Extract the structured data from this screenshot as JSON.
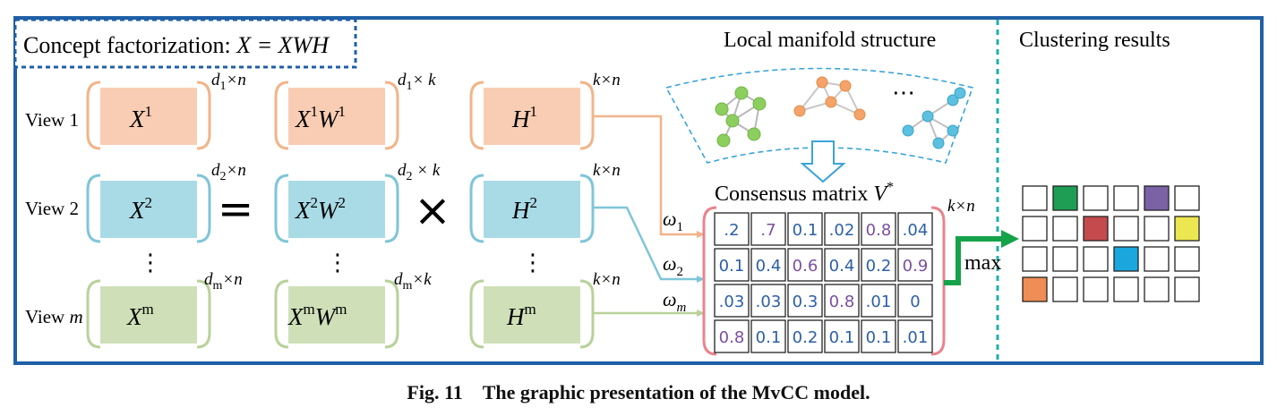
{
  "header": {
    "concept_label": "Concept factorization: ",
    "concept_formula": "X = XWH",
    "local_manifold_title": "Local manifold structure",
    "clustering_title": "Clustering results"
  },
  "views": [
    {
      "label": "View 1",
      "x": "X",
      "x_sup": "1",
      "xw": "X",
      "xw_sup1": "1",
      "xw_w": "W",
      "xw_sup2": "1",
      "h": "H",
      "h_sup": "1",
      "dim1": "d",
      "dim1_sub": "1",
      "dim1_tail": "×n",
      "dim2_tail": "× k",
      "dim3": "k×n"
    },
    {
      "label": "View 2",
      "x": "X",
      "x_sup": "2",
      "xw": "X",
      "xw_sup1": "2",
      "xw_w": "W",
      "xw_sup2": "2",
      "h": "H",
      "h_sup": "2",
      "dim1": "d",
      "dim1_sub": "2",
      "dim1_tail": "×n",
      "dim2_tail": " × k",
      "dim3": "k×n"
    },
    {
      "label": "View ",
      "label_italic": "m",
      "x": "X",
      "x_sup": "m",
      "xw": "X",
      "xw_sup1": "m",
      "xw_w": "W",
      "xw_sup2": "m",
      "h": "H",
      "h_sup": "m",
      "dim1": "d",
      "dim1_sub": "m",
      "dim1_tail": "×n",
      "dim2_tail": "×k",
      "dim3": "k×n"
    }
  ],
  "operators": {
    "equals": "=",
    "times": "×",
    "vdots": "⋮",
    "ellipsis": "⋯"
  },
  "weights": [
    {
      "symbol": "ω",
      "sub": "1"
    },
    {
      "symbol": "ω",
      "sub": "2"
    },
    {
      "symbol": "ω",
      "sub": "m"
    }
  ],
  "consensus": {
    "title": "Consensus matrix ",
    "symbol": "V",
    "sup": "*",
    "dim": "k×n",
    "max_label": "max",
    "rows": [
      [
        {
          "v": ".2",
          "c": "#2c5fa8"
        },
        {
          "v": ".7",
          "c": "#7b4fa0"
        },
        {
          "v": "0.1",
          "c": "#2c5fa8"
        },
        {
          "v": ".02",
          "c": "#2c5fa8"
        },
        {
          "v": "0.8",
          "c": "#7b4fa0"
        },
        {
          "v": ".04",
          "c": "#2c5fa8"
        }
      ],
      [
        {
          "v": "0.1",
          "c": "#2c5fa8"
        },
        {
          "v": "0.4",
          "c": "#2c5fa8"
        },
        {
          "v": "0.6",
          "c": "#7b4fa0"
        },
        {
          "v": "0.4",
          "c": "#2c5fa8"
        },
        {
          "v": "0.2",
          "c": "#2c5fa8"
        },
        {
          "v": "0.9",
          "c": "#7b4fa0"
        }
      ],
      [
        {
          "v": ".03",
          "c": "#2c5fa8"
        },
        {
          "v": ".03",
          "c": "#2c5fa8"
        },
        {
          "v": "0.3",
          "c": "#2c5fa8"
        },
        {
          "v": "0.8",
          "c": "#7b4fa0"
        },
        {
          "v": ".01",
          "c": "#2c5fa8"
        },
        {
          "v": "0",
          "c": "#2c5fa8"
        }
      ],
      [
        {
          "v": "0.8",
          "c": "#7b4fa0"
        },
        {
          "v": "0.1",
          "c": "#2c5fa8"
        },
        {
          "v": "0.2",
          "c": "#2c5fa8"
        },
        {
          "v": "0.1",
          "c": "#2c5fa8"
        },
        {
          "v": "0.1",
          "c": "#2c5fa8"
        },
        {
          "v": ".01",
          "c": "#2c5fa8"
        }
      ]
    ]
  },
  "clustering": {
    "rows": [
      [
        "#ffffff",
        "#1e9e55",
        "#ffffff",
        "#ffffff",
        "#7b62a6",
        "#ffffff"
      ],
      [
        "#ffffff",
        "#ffffff",
        "#c44a4e",
        "#ffffff",
        "#ffffff",
        "#ece650"
      ],
      [
        "#ffffff",
        "#ffffff",
        "#ffffff",
        "#1aa7de",
        "#ffffff",
        "#ffffff"
      ],
      [
        "#f08c55",
        "#ffffff",
        "#ffffff",
        "#ffffff",
        "#ffffff",
        "#ffffff"
      ]
    ]
  },
  "colors": {
    "frame": "#1f5fa6",
    "divider": "#20b0a8",
    "view1_fill": "#f8cdb3",
    "view1_line": "#f2b489",
    "view2_fill": "#a9dbe6",
    "view2_line": "#7fc5d8",
    "viewm_fill": "#cfe0b8",
    "viewm_line": "#b8d29a",
    "consensus_bracket": "#e8848c",
    "max_arrow": "#15a34a",
    "manifold_dash": "#3aa4d8",
    "graph_green": "#8dcf5e",
    "graph_orange": "#f4a46a",
    "graph_blue": "#5cc0e0"
  },
  "caption": {
    "fig": "Fig. 11",
    "text": "The graphic presentation of the MvCC model."
  }
}
